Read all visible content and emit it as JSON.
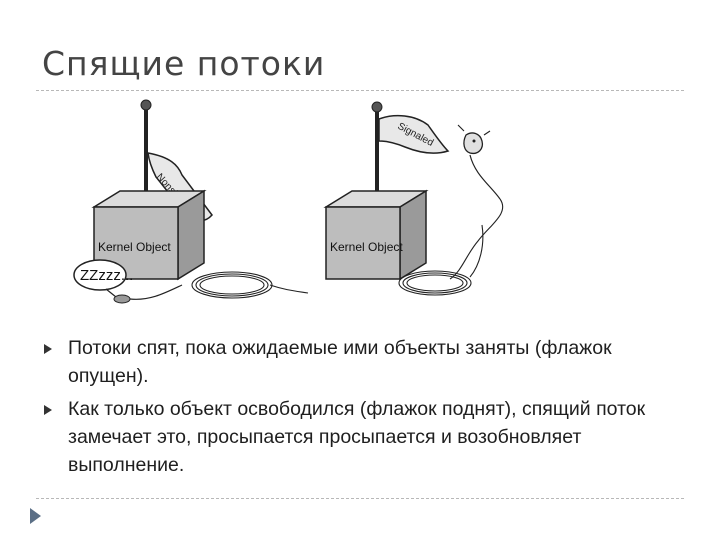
{
  "slide": {
    "title": "Спящие потоки"
  },
  "illustration": {
    "left_object_label": "Kernel Object",
    "left_flag_label": "Nonsignaled",
    "right_object_label": "Kernel Object",
    "right_flag_label": "Signaled",
    "sleep_text": "ZZzzz..."
  },
  "bullets": [
    "Потоки спят, пока ожидаемые ими объекты заняты (флажок опущен).",
    "Как только объект освободился (флажок поднят), спящий поток замечает это, просыпается просыпается и возобновляет выполнение."
  ]
}
